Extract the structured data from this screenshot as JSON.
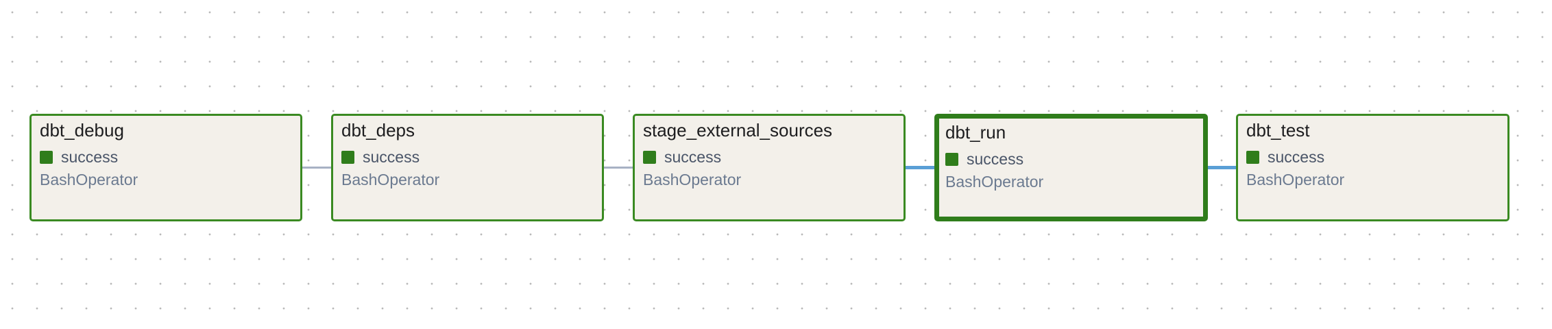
{
  "graph": {
    "nodes": [
      {
        "id": "dbt_debug",
        "title": "dbt_debug",
        "status": "success",
        "operator": "BashOperator",
        "selected": false
      },
      {
        "id": "dbt_deps",
        "title": "dbt_deps",
        "status": "success",
        "operator": "BashOperator",
        "selected": false
      },
      {
        "id": "stage_external_sources",
        "title": "stage_external_sources",
        "status": "success",
        "operator": "BashOperator",
        "selected": false
      },
      {
        "id": "dbt_run",
        "title": "dbt_run",
        "status": "success",
        "operator": "BashOperator",
        "selected": true
      },
      {
        "id": "dbt_test",
        "title": "dbt_test",
        "status": "success",
        "operator": "BashOperator",
        "selected": false
      }
    ],
    "edges": [
      {
        "from": "dbt_debug",
        "to": "dbt_deps",
        "highlighted": false
      },
      {
        "from": "dbt_deps",
        "to": "stage_external_sources",
        "highlighted": false
      },
      {
        "from": "stage_external_sources",
        "to": "dbt_run",
        "highlighted": true
      },
      {
        "from": "dbt_run",
        "to": "dbt_test",
        "highlighted": true
      }
    ]
  },
  "colors": {
    "success": "#2f7d1b",
    "node_background": "#f3f0ea",
    "edge_default": "#a7b1c4",
    "edge_highlighted": "#5a9fd6"
  }
}
